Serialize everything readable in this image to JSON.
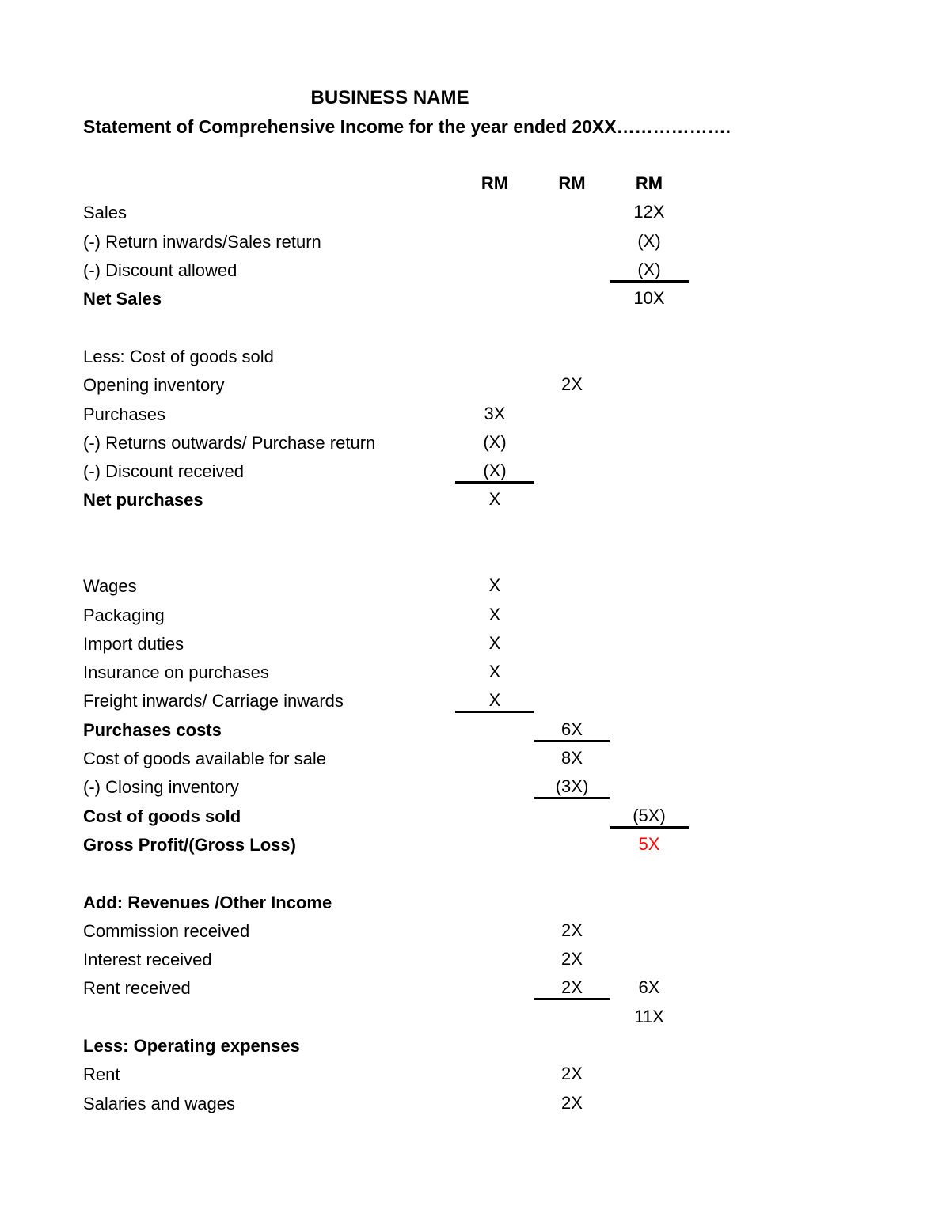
{
  "doc": {
    "title": "BUSINESS NAME",
    "subtitle": "Statement of Comprehensive Income for the year ended 20XX……………….",
    "columns": [
      "RM",
      "RM",
      "RM"
    ],
    "accent_red": "#ff0000",
    "text_color": "#000000",
    "background": "#ffffff"
  },
  "statement": {
    "rows": [
      {
        "label": "Sales",
        "c3": "12X"
      },
      {
        "label": "(-) Return inwards/Sales return",
        "c3": "(X)"
      },
      {
        "label": "(-) Discount allowed",
        "c3": "(X)",
        "u3": true
      },
      {
        "label": "Net Sales",
        "bold": true,
        "c3": "10X"
      },
      {
        "spacer": true
      },
      {
        "label": "Less: Cost of goods sold"
      },
      {
        "label": "Opening inventory",
        "c2": "2X"
      },
      {
        "label": "Purchases",
        "c1": "3X"
      },
      {
        "label": "(-) Returns outwards/ Purchase return",
        "c1": "(X)"
      },
      {
        "label": "(-) Discount received",
        "c1": "(X)",
        "u1": true
      },
      {
        "label": "Net purchases",
        "bold": true,
        "c1": "X"
      },
      {
        "spacer": true
      },
      {
        "spacer": true
      },
      {
        "label": "Wages",
        "c1": "X"
      },
      {
        "label": "Packaging",
        "c1": "X"
      },
      {
        "label": "Import duties",
        "c1": "X"
      },
      {
        "label": "Insurance on purchases",
        "c1": "X"
      },
      {
        "label": "Freight inwards/ Carriage inwards",
        "c1": "X",
        "u1": true
      },
      {
        "label": "Purchases costs",
        "bold": true,
        "c2": "6X",
        "u2": true
      },
      {
        "label": "Cost of goods available for sale",
        "c2": "8X"
      },
      {
        "label": "(-) Closing inventory",
        "c2": "(3X)",
        "u2": true
      },
      {
        "label": "Cost of goods sold",
        "bold": true,
        "c3": "(5X)",
        "u3": true
      },
      {
        "label": "Gross Profit/(Gross Loss)",
        "bold": true,
        "c3": "5X",
        "red3": true
      },
      {
        "spacer": true
      },
      {
        "label": "Add: Revenues /Other Income",
        "bold": true
      },
      {
        "label": "Commission received",
        "c2": "2X"
      },
      {
        "label": "Interest received",
        "c2": "2X"
      },
      {
        "label": "Rent received",
        "c2": "2X",
        "u2": true,
        "c3": "6X"
      },
      {
        "label": "",
        "c3": "11X"
      },
      {
        "label": "Less: Operating expenses",
        "bold": true
      },
      {
        "label": "Rent",
        "c2": "2X"
      },
      {
        "label": "Salaries and wages",
        "c2": "2X"
      }
    ]
  }
}
